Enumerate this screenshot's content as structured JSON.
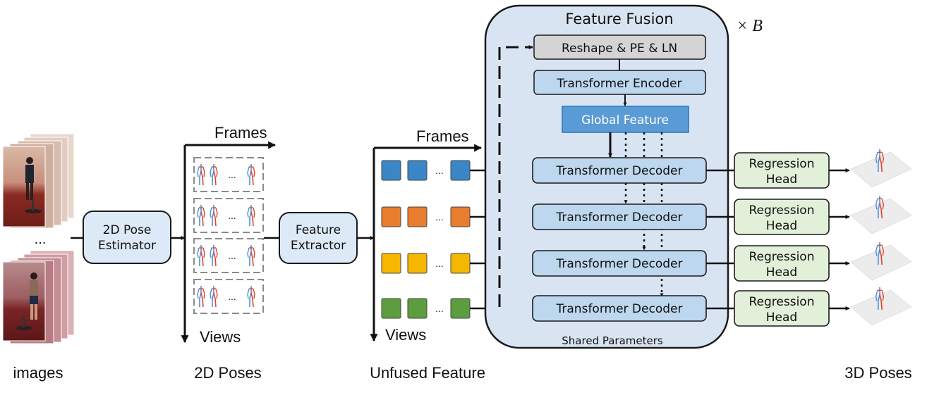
{
  "captions": {
    "images": "images",
    "poses_2d": "2D Poses",
    "unfused": "Unfused Feature",
    "poses_3d": "3D Poses"
  },
  "axes": {
    "frames_label": "Frames",
    "views_label": "Views"
  },
  "blocks": {
    "pose_estimator": [
      "2D Pose",
      "Estimator"
    ],
    "feature_extractor": [
      "Feature",
      "Extractor"
    ]
  },
  "fusion": {
    "title": "Feature Fusion",
    "repeat": "× B",
    "reshape": "Reshape & PE & LN",
    "encoder": "Transformer Encoder",
    "global": "Global Feature",
    "decoder": "Transformer Decoder",
    "shared": "Shared Parameters"
  },
  "heads": {
    "line1": "Regression",
    "line2": "Head"
  },
  "ellipsis": "...",
  "view_colors": [
    "#3a86c6",
    "#e87d2e",
    "#f5b700",
    "#5c9e3f"
  ],
  "colors": {
    "block_fill": "#dce9f6",
    "block_stroke": "#1a1a1a",
    "fusion_fill": "#d9e4f3",
    "reshape_fill": "#d4d4d4",
    "encoder_fill": "#bdd7ee",
    "global_fill": "#5b9bd5",
    "global_text": "#ffffff",
    "head_fill": "#e2efd9",
    "pose_red": "#e0442c",
    "pose_blue": "#4a90d9"
  }
}
